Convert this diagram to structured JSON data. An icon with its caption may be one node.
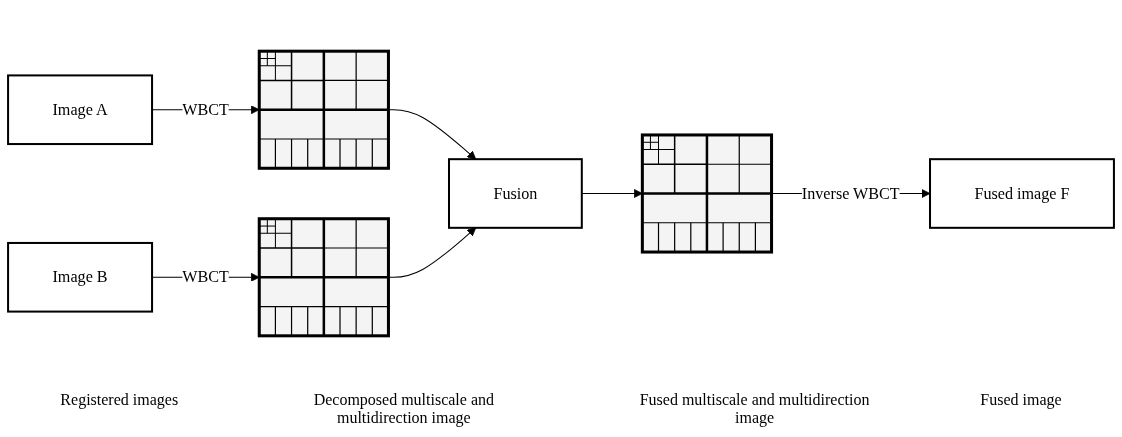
{
  "diagram": {
    "nodes": [
      {
        "text": [
          "Image A"
        ]
      },
      {
        "text": [
          "Image B"
        ]
      },
      {
        "text": [],
        "shape": "picture"
      },
      {
        "text": [],
        "shape": "picture"
      },
      {
        "text": [
          "Fusion"
        ]
      },
      {
        "text": [],
        "shape": "picture"
      },
      {
        "text": [
          "Fused image F"
        ]
      }
    ],
    "edges": [
      {
        "from": 0,
        "to": 2,
        "arrow": "to",
        "label": "WBCT"
      },
      {
        "from": 1,
        "to": 3,
        "arrow": "to",
        "label": "WBCT"
      },
      {
        "from": 2,
        "to": 4,
        "arrow": "to"
      },
      {
        "from": 3,
        "to": 4,
        "arrow": "to"
      },
      {
        "from": 4,
        "to": 5,
        "arrow": "to"
      },
      {
        "from": 5,
        "to": 6,
        "arrow": "to",
        "label": "Inverse WBCT"
      }
    ],
    "labels": [
      "Registered images",
      "Decomposed multiscale and multidirection image",
      "Fused multiscale and multidirection image",
      "Fused image"
    ]
  }
}
